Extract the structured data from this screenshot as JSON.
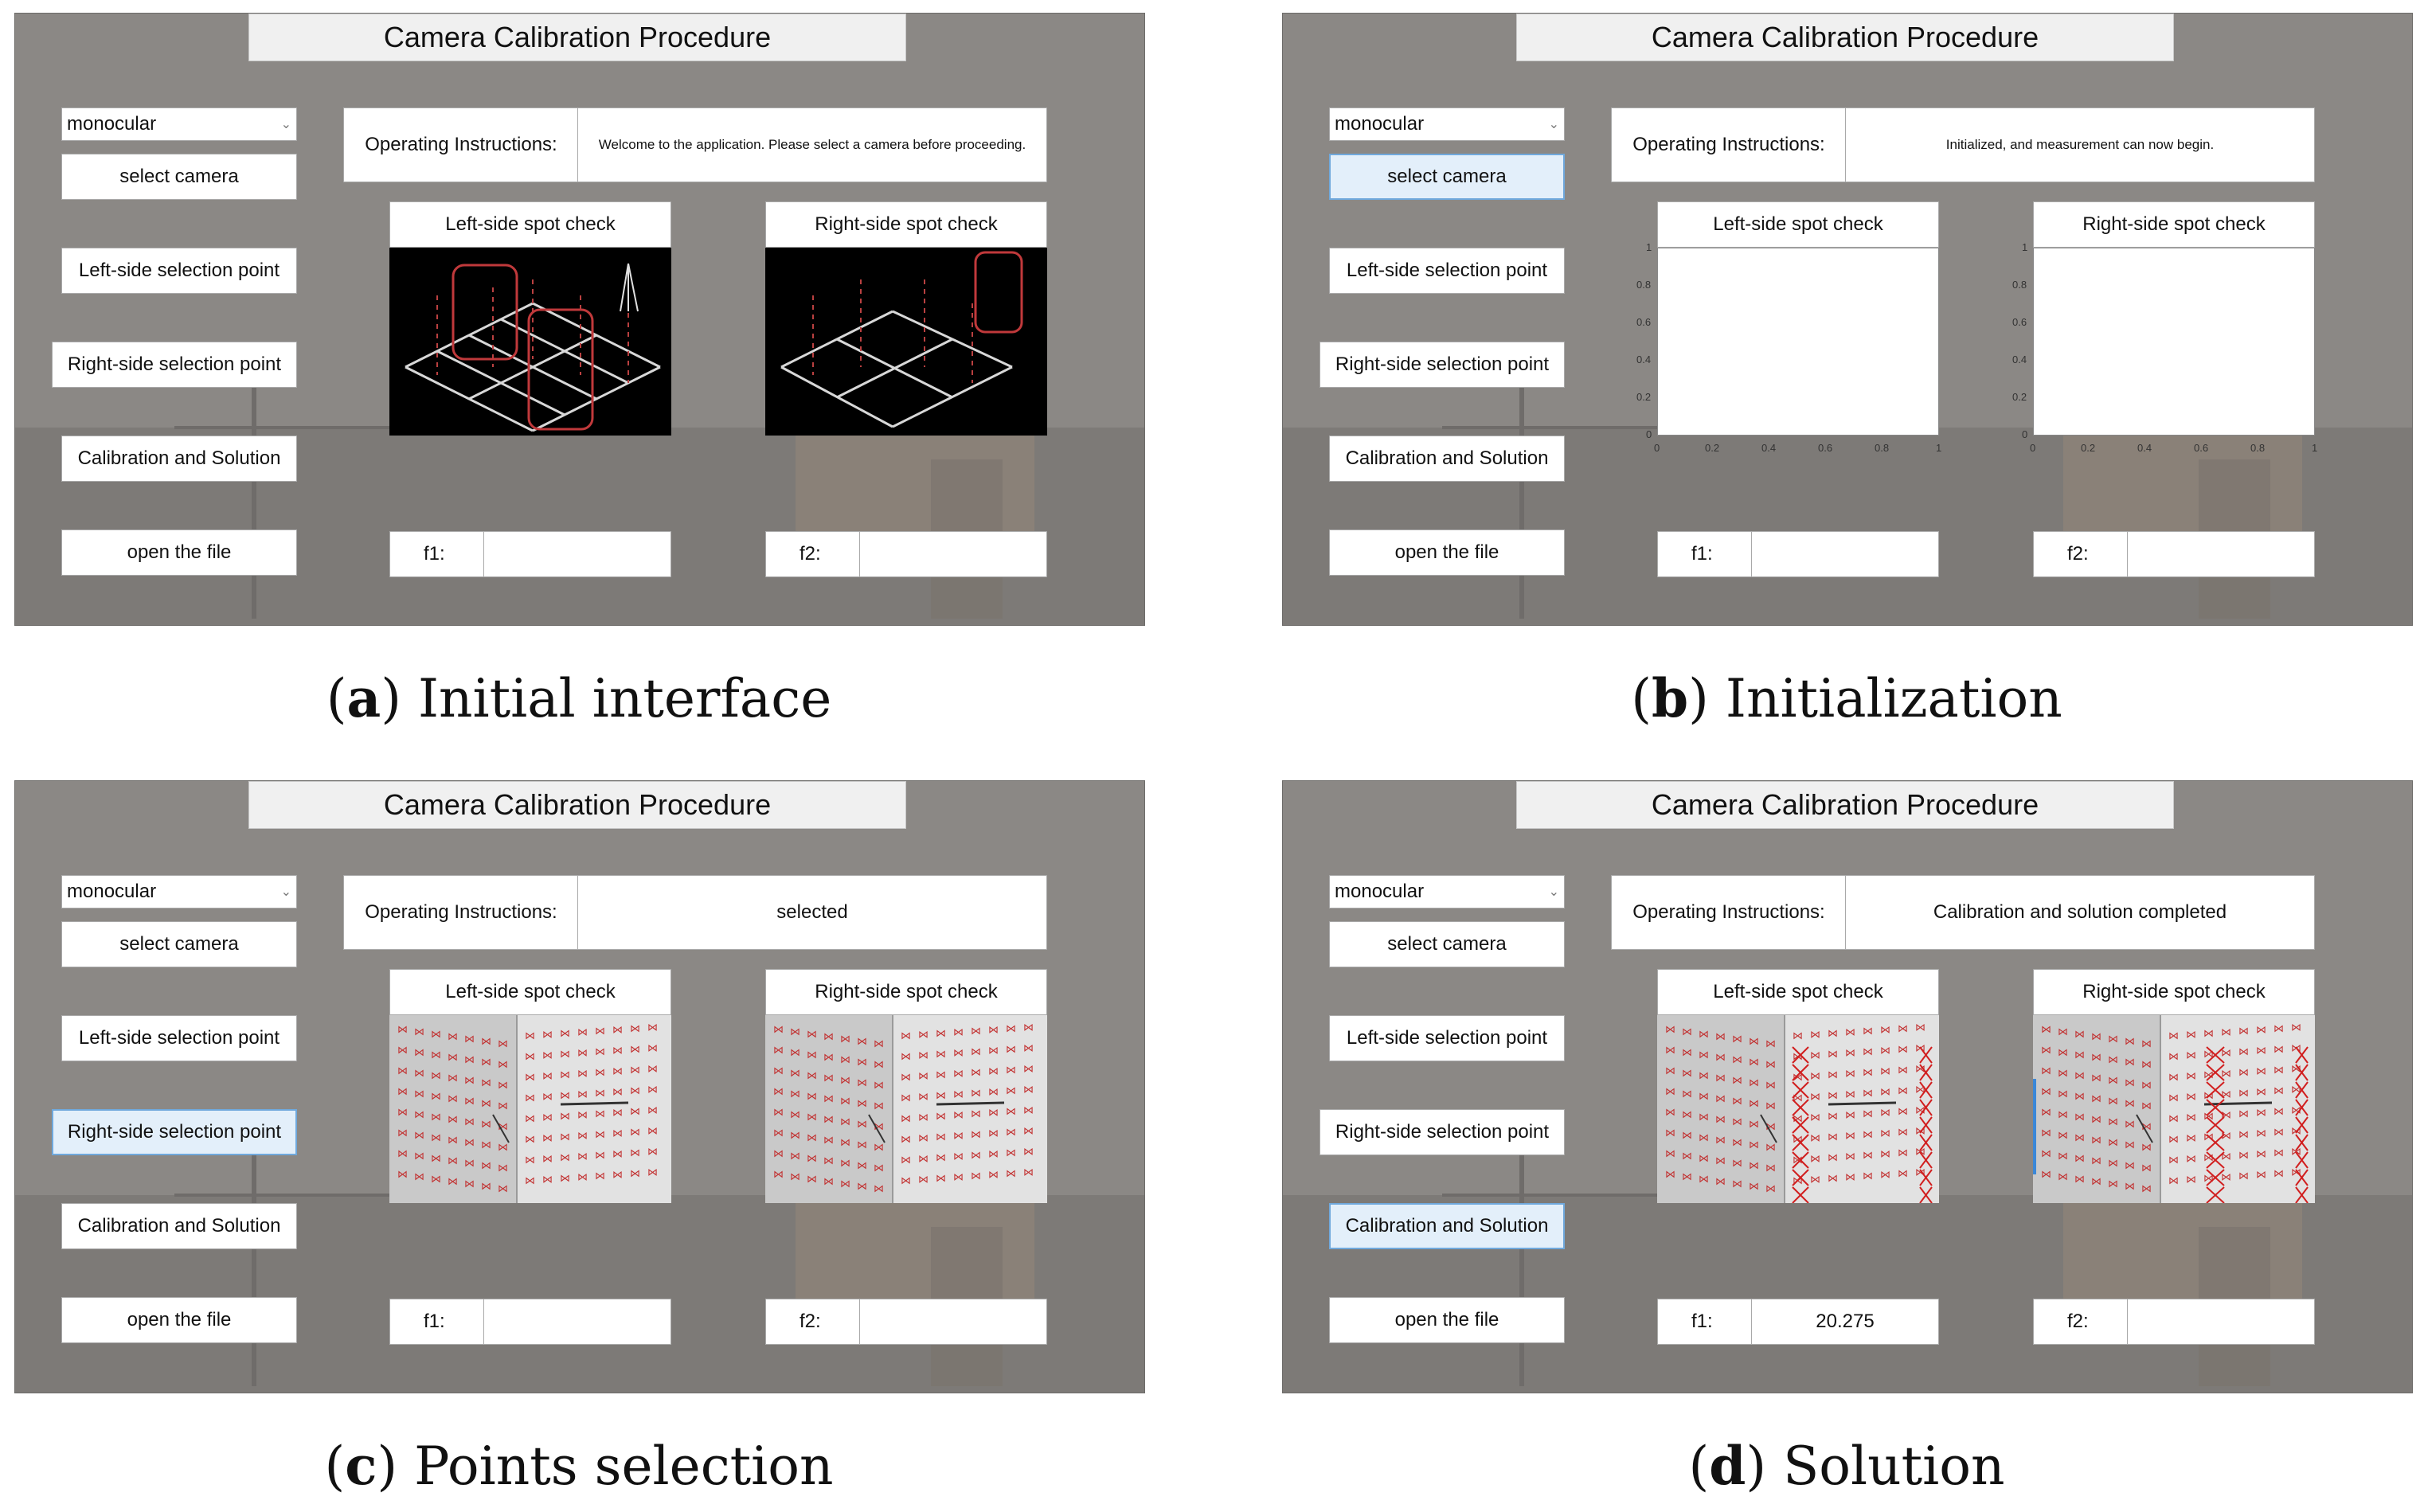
{
  "window_title": "Camera Calibration Procedure",
  "dropdown_value": "monocular",
  "buttons": {
    "select_camera": "select camera",
    "left_point": "Left-side selection point",
    "right_point": "Right-side selection point",
    "calibration": "Calibration and Solution",
    "open_file": "open the file"
  },
  "instructions_label": "Operating Instructions:",
  "left_axes_title": "Left-side spot check",
  "right_axes_title": "Right-side spot check",
  "f1_label": "f1:",
  "f2_label": "f2:",
  "axis_ticks": [
    "0",
    "0.2",
    "0.4",
    "0.6",
    "0.8",
    "1"
  ],
  "panels": [
    {
      "caption_letter": "a",
      "caption_text": "Initial interface",
      "instructions": "Welcome to the application. Please select a camera before proceeding.",
      "f1_value": "",
      "f2_value": "",
      "active_button": "none",
      "view": "scene"
    },
    {
      "caption_letter": "b",
      "caption_text": "Initialization",
      "instructions": "Initialized, and measurement can now begin.",
      "f1_value": "",
      "f2_value": "",
      "active_button": "select_camera",
      "view": "empty-axes"
    },
    {
      "caption_letter": "c",
      "caption_text": "Points selection",
      "instructions": "selected",
      "f1_value": "",
      "f2_value": "",
      "active_button": "right_point",
      "view": "board"
    },
    {
      "caption_letter": "d",
      "caption_text": "Solution",
      "instructions": "Calibration and solution completed",
      "f1_value": "20.275",
      "f2_value": "",
      "active_button": "calibration",
      "view": "board-marked"
    }
  ]
}
